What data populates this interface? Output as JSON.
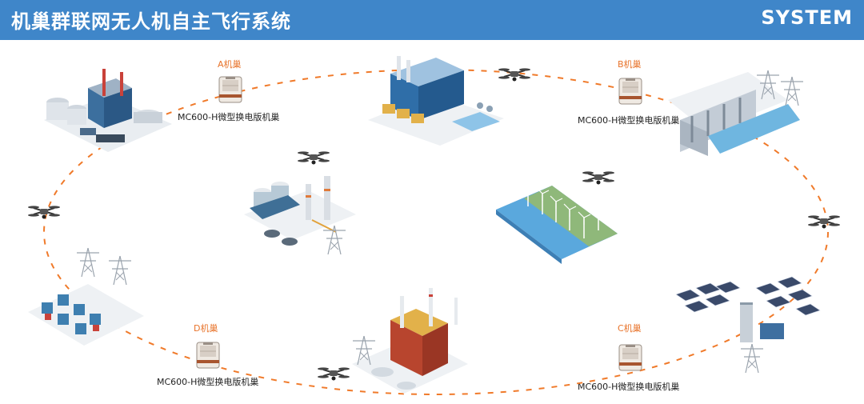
{
  "header": {
    "title": "机巢群联网无人机自主飞行系统",
    "tag": "SYSTEM"
  },
  "nests": [
    {
      "name": "A机巢",
      "model": "MC600-H微型换电版机巢"
    },
    {
      "name": "B机巢",
      "model": "MC600-H微型换电版机巢"
    },
    {
      "name": "C机巢",
      "model": "MC600-H微型换电版机巢"
    },
    {
      "name": "D机巢",
      "model": "MC600-H微型换电版机巢"
    }
  ],
  "colors": {
    "header": "#3f86c9",
    "route": "#f07a2a",
    "nest_label": "#e8732a"
  },
  "icons": [
    "drone-icon",
    "nest-icon",
    "factory-icon",
    "hydro-dam-icon",
    "solar-farm-icon",
    "substation-icon",
    "power-plant-icon",
    "wind-farm-icon",
    "refinery-icon"
  ]
}
